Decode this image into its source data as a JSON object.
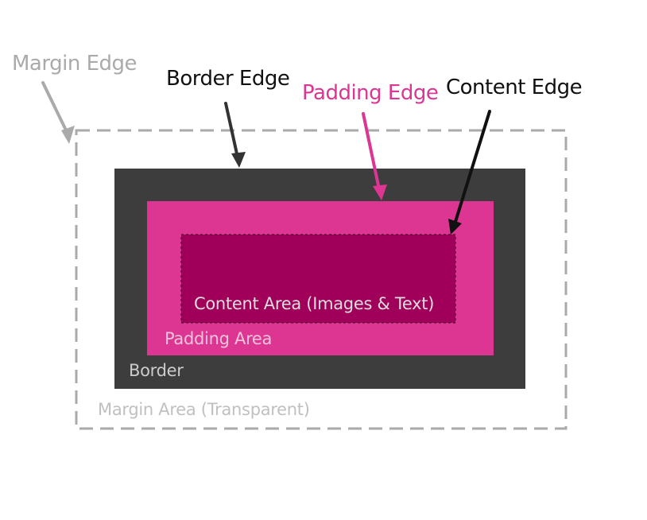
{
  "callouts": {
    "margin_edge": "Margin Edge",
    "border_edge": "Border Edge",
    "padding_edge": "Padding Edge",
    "content_edge": "Content Edge"
  },
  "areas": {
    "content": "Content Area (Images & Text)",
    "padding": "Padding Area",
    "border": "Border",
    "margin": "Margin Area (Transparent)"
  },
  "colors": {
    "margin_line": "#aaaaaa",
    "border_fill": "#3d3d3d",
    "padding_fill": "#dd3592",
    "content_fill": "#a0005a",
    "label_dark": "#111111",
    "label_pink": "#dd3592",
    "label_light": "#cccccc"
  }
}
